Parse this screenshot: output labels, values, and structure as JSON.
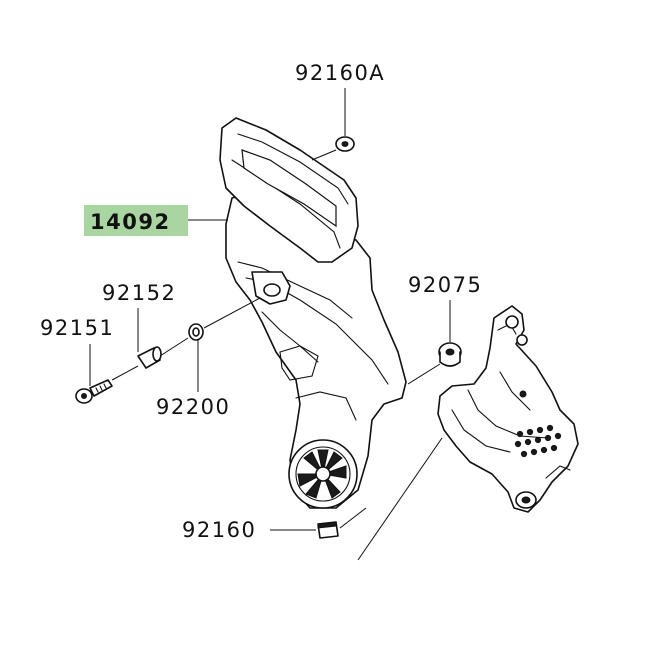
{
  "highlight_color": "#a8d5a0",
  "labels": {
    "p92160A": "92160A",
    "p14092": "14092",
    "p92152": "92152",
    "p92151": "92151",
    "p92200": "92200",
    "p92075": "92075",
    "p92160": "92160"
  }
}
